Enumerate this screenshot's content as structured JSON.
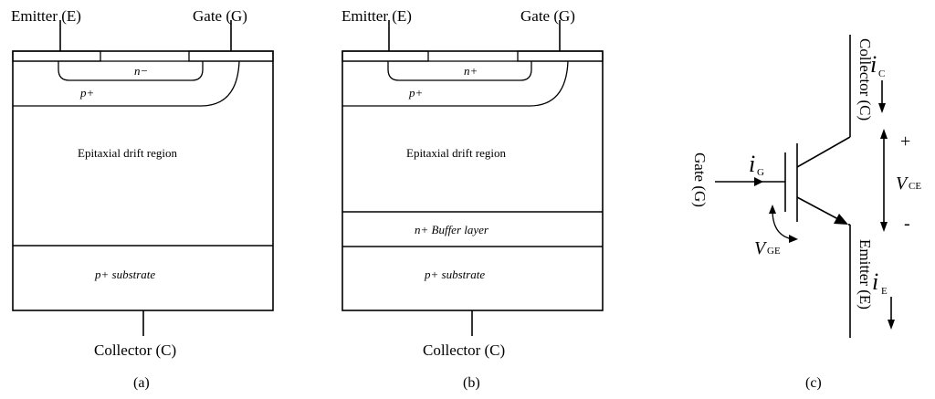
{
  "panel_a": {
    "emitter_label": "Emitter (E)",
    "gate_label": "Gate (G)",
    "n_region": "n−",
    "p_region": "p+",
    "drift_region": "Epitaxial drift region",
    "substrate": "p+ substrate",
    "collector_label": "Collector (C)",
    "caption": "(a)"
  },
  "panel_b": {
    "emitter_label": "Emitter (E)",
    "gate_label": "Gate (G)",
    "n_region": "n+",
    "p_region": "p+",
    "drift_region": "Epitaxial drift region",
    "buffer_layer": "n+ Buffer layer",
    "substrate": "p+ substrate",
    "collector_label": "Collector (C)",
    "caption": "(b)"
  },
  "panel_c": {
    "collector_label": "Collector (C)",
    "emitter_label": "Emitter (E)",
    "gate_label": "Gate (G)",
    "ic_symbol": "i",
    "ic_sub": "C",
    "ig_symbol": "i",
    "ig_sub": "G",
    "ie_symbol": "i",
    "ie_sub": "E",
    "vce_symbol": "V",
    "vce_sub": "CE",
    "vge_symbol": "V",
    "vge_sub": "GE",
    "plus": "+",
    "minus": "-",
    "caption": "(c)"
  }
}
